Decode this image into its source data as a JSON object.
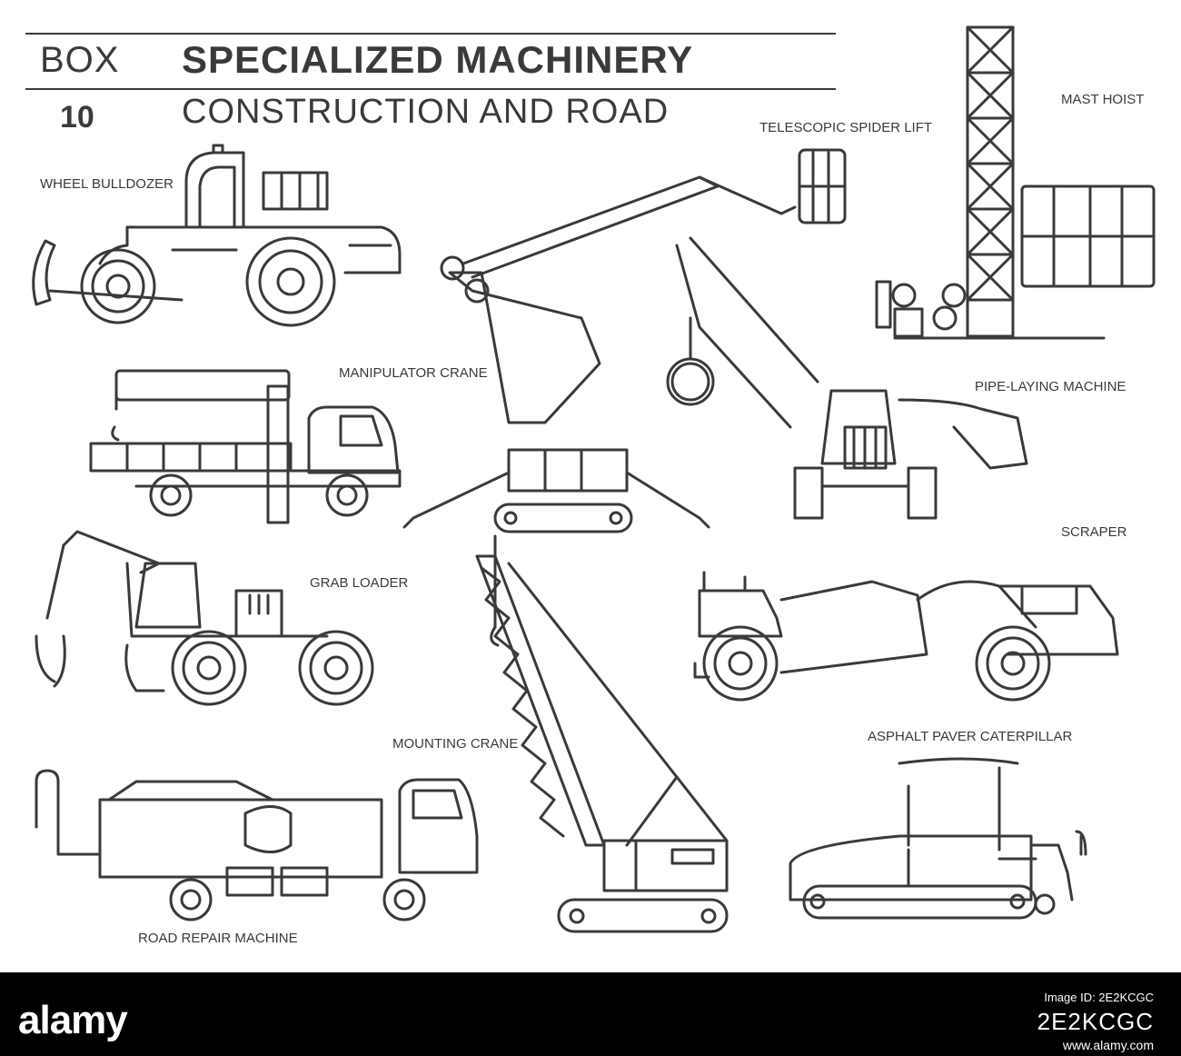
{
  "header": {
    "box_label": "BOX",
    "box_number": "10",
    "title": "SPECIALIZED MACHINERY",
    "subtitle": "CONSTRUCTION AND ROAD"
  },
  "labels": {
    "wheel_bulldozer": "WHEEL BULLDOZER",
    "telescopic_spider_lift": "TELESCOPIC SPIDER LIFT",
    "mast_hoist": "MAST HOIST",
    "manipulator_crane": "MANIPULATOR CRANE",
    "pipe_laying_machine": "PIPE-LAYING MACHINE",
    "scraper": "SCRAPER",
    "grab_loader": "GRAB LOADER",
    "mounting_crane": "MOUNTING CRANE",
    "asphalt_paver": "ASPHALT PAVER CATERPILLAR",
    "road_repair_machine": "ROAD REPAIR MACHINE"
  },
  "footer": {
    "logo": "alamy",
    "image_id": "Image ID: 2E2KCGC",
    "code": "2E2KCGC",
    "site": "www.alamy.com"
  },
  "colors": {
    "stroke": "#3a3a3a",
    "background": "#ffffff",
    "footer_bg": "#000000"
  }
}
